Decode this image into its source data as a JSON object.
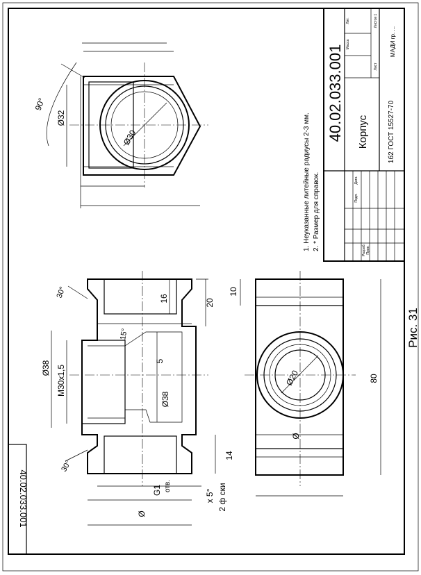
{
  "title_block": {
    "designation": "40.02.033.001",
    "name": "Корпус",
    "material": "1б2 ГОСТ 15527-70",
    "organization": "МАДИ гр. ...",
    "cell_sheet": "Лист",
    "cell_sheets": "Листов 1",
    "cell_lit": "Лит.",
    "cell_mass": "Масса",
    "row_developer": "Разраб.",
    "row_checker": "Пров.",
    "col_sign": "Подп.",
    "col_date": "Дата"
  },
  "corner_stamp": "40.02.033.001",
  "notes": [
    "1. Неуказанные литейные радиусы 2-3 мм.",
    "2. * Размер для справок."
  ],
  "figure_caption": "Рис. 31",
  "dimensions": {
    "top_view": {
      "angle": "90°",
      "diam_outer": "Ø32",
      "diam_inner": "Ø30"
    },
    "section": {
      "angle_top": "30°",
      "angle_bottom": "30°",
      "angle_mid": "15°",
      "d16": "16",
      "d20": "20",
      "d5": "5",
      "d38_left": "Ø38",
      "thread": "M30x1,5",
      "d38_right": "Ø38",
      "d14": "14",
      "thread_g": "G1",
      "thread_note": "отв.",
      "chamfer_x": "x 5°",
      "chamfer_f": "2 ф ски",
      "diam_bottom": "Ø"
    },
    "side_view": {
      "d10": "10",
      "d80": "80",
      "diam20": "Ø20",
      "diam_sym": "Ø"
    }
  }
}
